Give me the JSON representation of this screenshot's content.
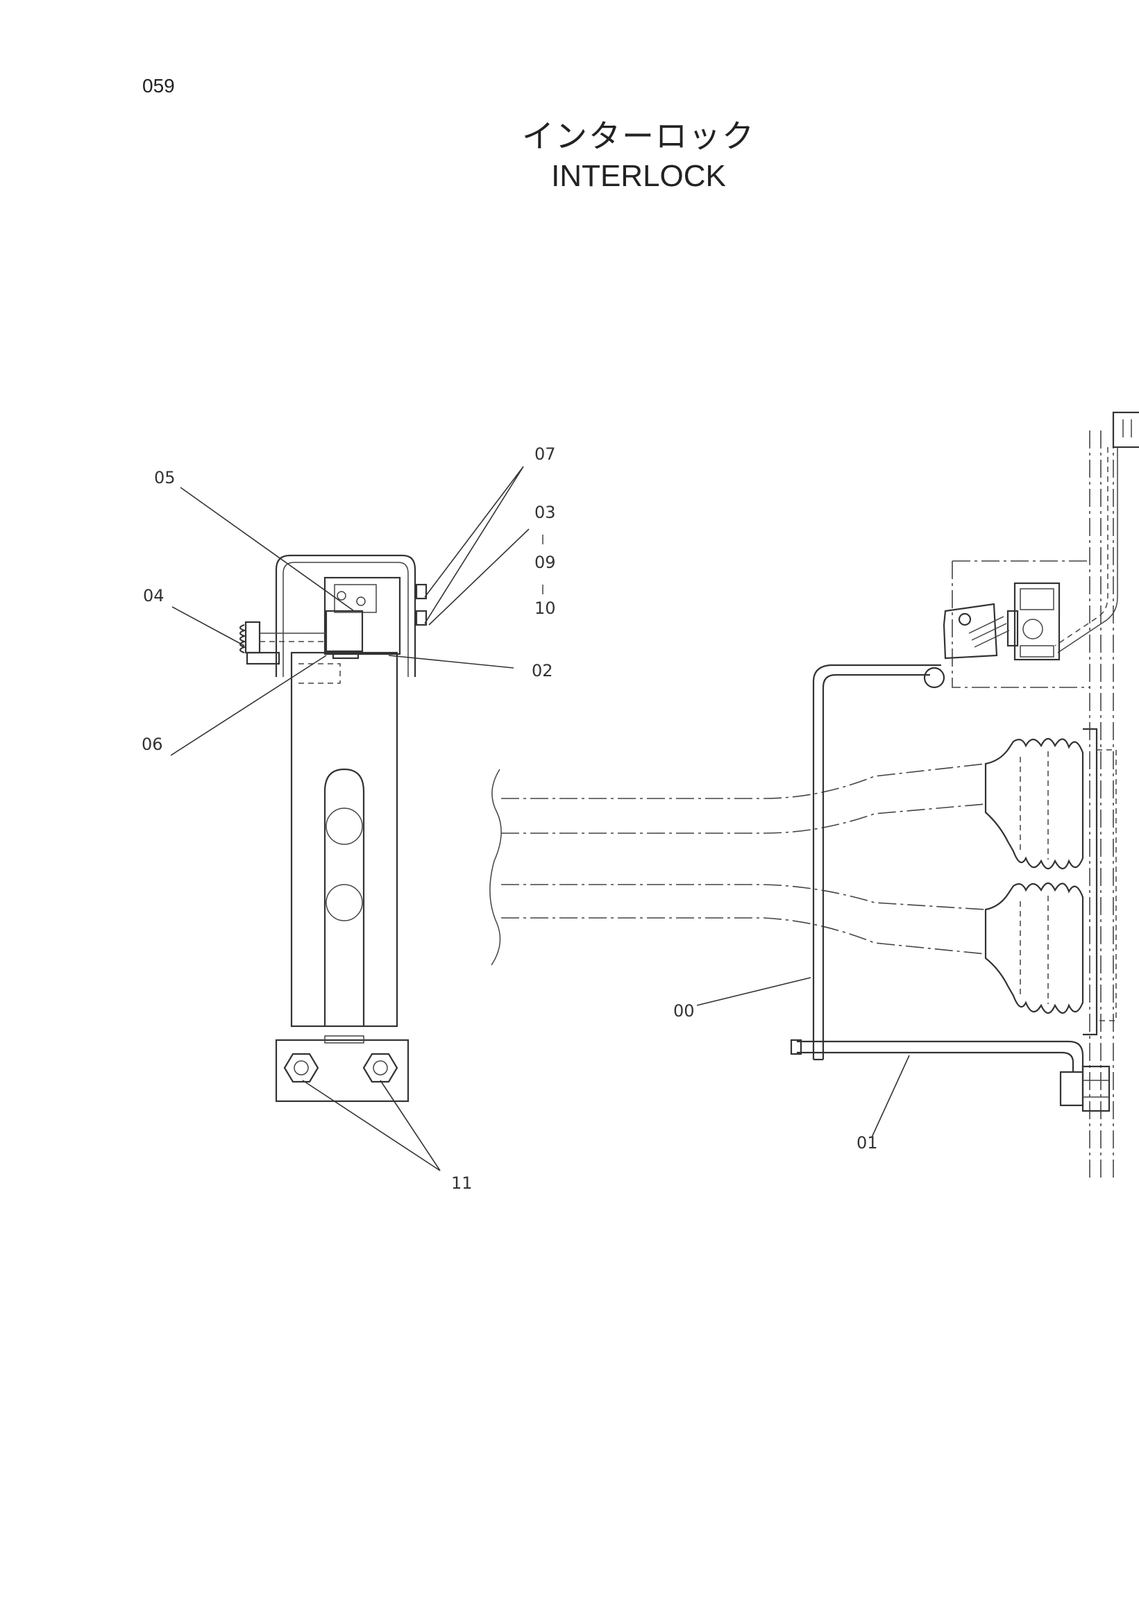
{
  "page": {
    "number": "059"
  },
  "title": {
    "jp": "インターロック",
    "en": "INTERLOCK"
  },
  "callouts": {
    "c07": "07",
    "c03": "03",
    "c09": "09",
    "c10": "10",
    "c05": "05",
    "c04": "04",
    "c02": "02",
    "c06": "06",
    "c00": "00",
    "c01": "01",
    "c11": "11"
  },
  "colors": {
    "ink": "#333333",
    "paper": "#ffffff"
  }
}
